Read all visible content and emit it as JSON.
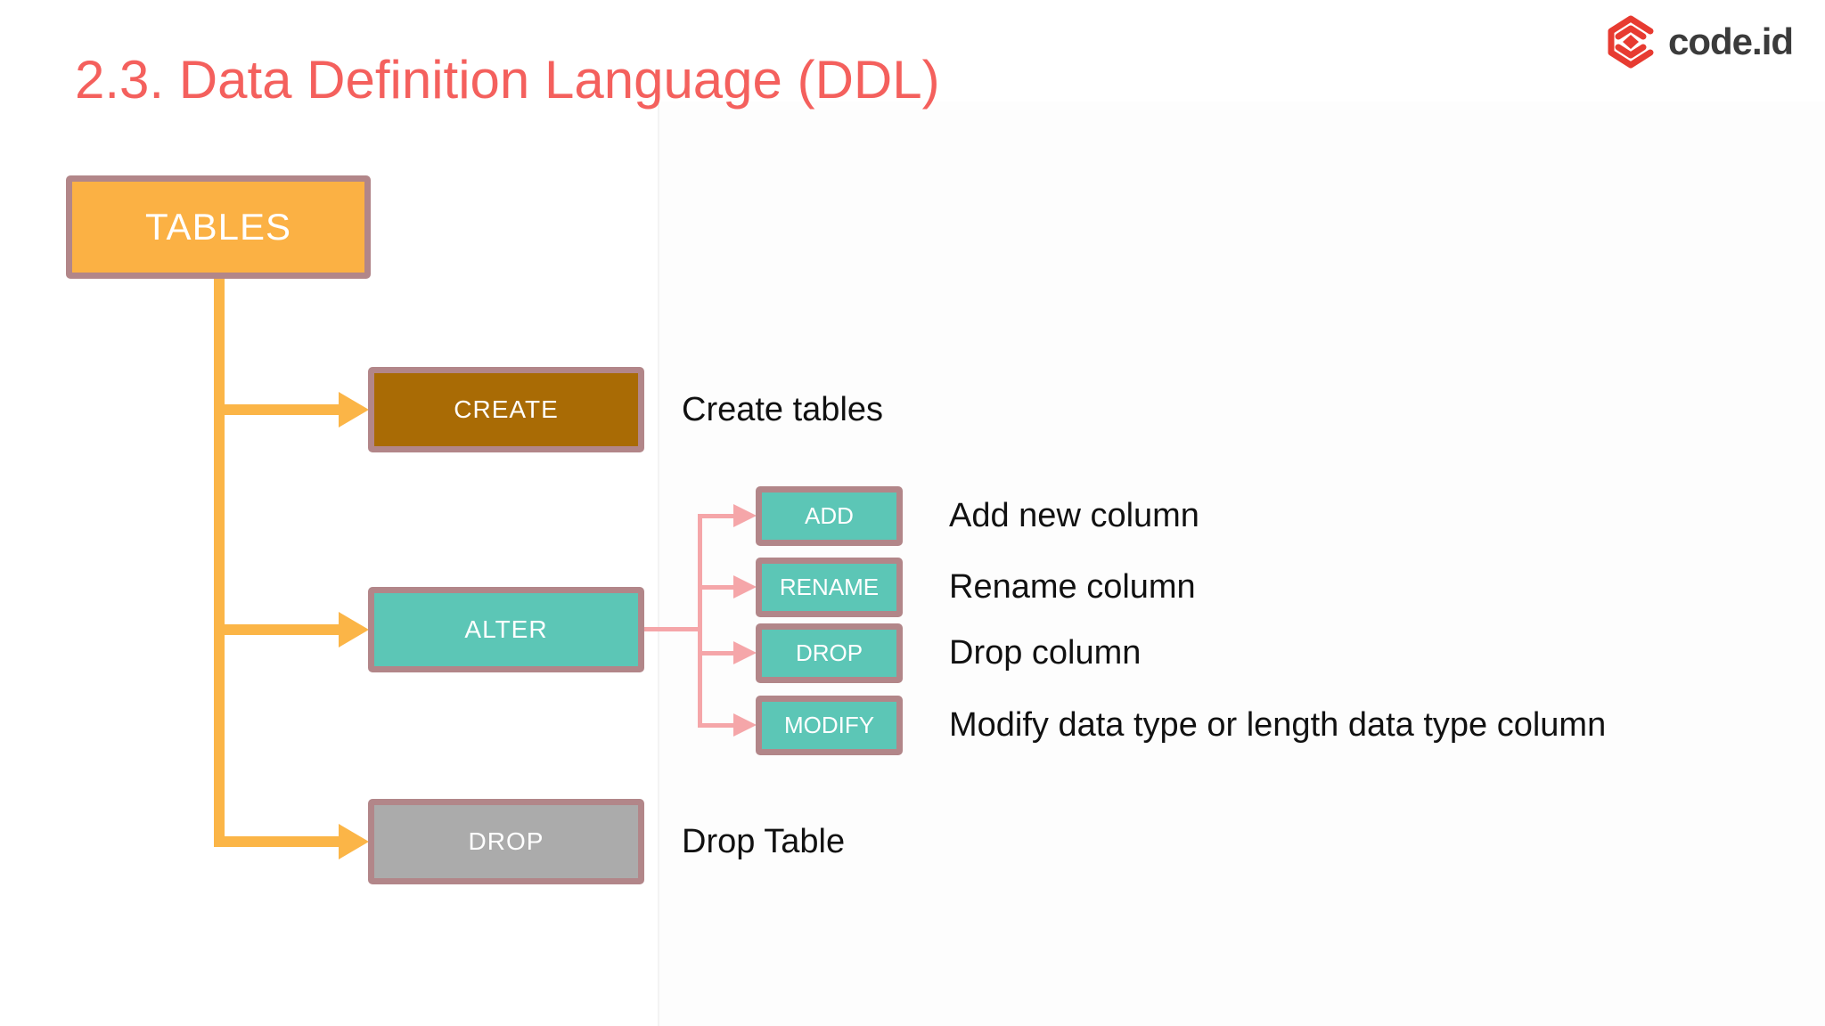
{
  "header": {
    "title": "2.3. Data Definition Language (DDL)",
    "logo_text": "code.id"
  },
  "palette": {
    "title_red": "#f4605d",
    "logo_red": "#e73b31",
    "logo_text_dark": "#3b3b3b",
    "root_orange_fill": "#fbb144",
    "connector_yellow": "#fbb547",
    "connector_pink": "#f5a6a9",
    "box_border_mauve": "#b28689",
    "create_brown_fill": "#a96b05",
    "alter_teal_fill": "#5cc6b6",
    "drop_gray_fill": "#ababab",
    "box_text": "#ffffff",
    "description_text": "#111111"
  },
  "diagram": {
    "root_label": "TABLES",
    "create": {
      "label": "CREATE",
      "description": "Create tables"
    },
    "alter": {
      "label": "ALTER"
    },
    "drop": {
      "label": "DROP",
      "description": "Drop Table"
    },
    "alter_children": [
      {
        "label": "ADD",
        "description": "Add new column"
      },
      {
        "label": "RENAME",
        "description": "Rename column"
      },
      {
        "label": "DROP",
        "description": "Drop column"
      },
      {
        "label": "MODIFY",
        "description": "Modify data type or length data type column"
      }
    ]
  }
}
